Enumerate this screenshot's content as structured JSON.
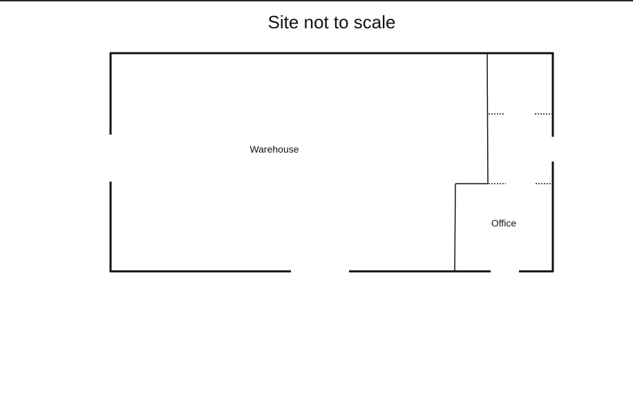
{
  "title": "Site not to scale",
  "rooms": {
    "warehouse": "Warehouse",
    "office": "Office"
  },
  "colors": {
    "line": "#111111",
    "background": "#ffffff"
  }
}
